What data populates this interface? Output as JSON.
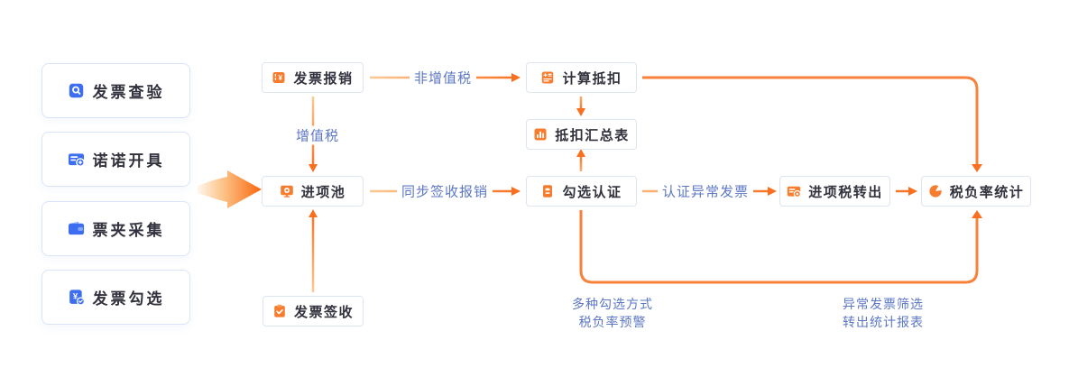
{
  "colors": {
    "icon_blue": "#3D6EF2",
    "icon_blue_light": "#85A8F8",
    "icon_orange": "#F87C2E",
    "line_orange": "#F8823B",
    "arrowhead_orange": "#F86F1F",
    "line_tail_light": "#FBC994",
    "edge_label_blue": "#5C77C4",
    "node_text": "#32323E",
    "card_border": "#D9E4FA",
    "node_border": "#DDE5F1"
  },
  "left_panel": {
    "items": [
      {
        "label": "发票查验",
        "icon": "invoice-search-icon"
      },
      {
        "label": "诺诺开具",
        "icon": "invoice-issue-icon"
      },
      {
        "label": "票夹采集",
        "icon": "wallet-collect-icon"
      },
      {
        "label": "发票勾选",
        "icon": "invoice-select-icon"
      }
    ]
  },
  "flow": {
    "nodes": {
      "reimburse": {
        "label": "发票报销",
        "icon": "reimburse-ledger-icon"
      },
      "input_pool": {
        "label": "进项池",
        "icon": "monitor-gear-icon"
      },
      "sign": {
        "label": "发票签收",
        "icon": "clipboard-check-icon"
      },
      "calc": {
        "label": "计算抵扣",
        "icon": "calculator-icon"
      },
      "summary": {
        "label": "抵扣汇总表",
        "icon": "bar-chart-icon"
      },
      "certify": {
        "label": "勾选认证",
        "icon": "certificate-icon"
      },
      "transfer": {
        "label": "进项税转出",
        "icon": "invoice-transfer-icon"
      },
      "tax_stat": {
        "label": "税负率统计",
        "icon": "pie-chart-icon"
      }
    },
    "edge_labels": {
      "non_vat": "非增值税",
      "vat": "增值税",
      "sync": "同步签收报销",
      "abnormal": "认证异常发票"
    },
    "notes": {
      "certify_note": {
        "line1": "多种勾选方式",
        "line2": "税负率预警"
      },
      "transfer_note": {
        "line1": "异常发票筛选",
        "line2": "转出统计报表"
      }
    }
  }
}
